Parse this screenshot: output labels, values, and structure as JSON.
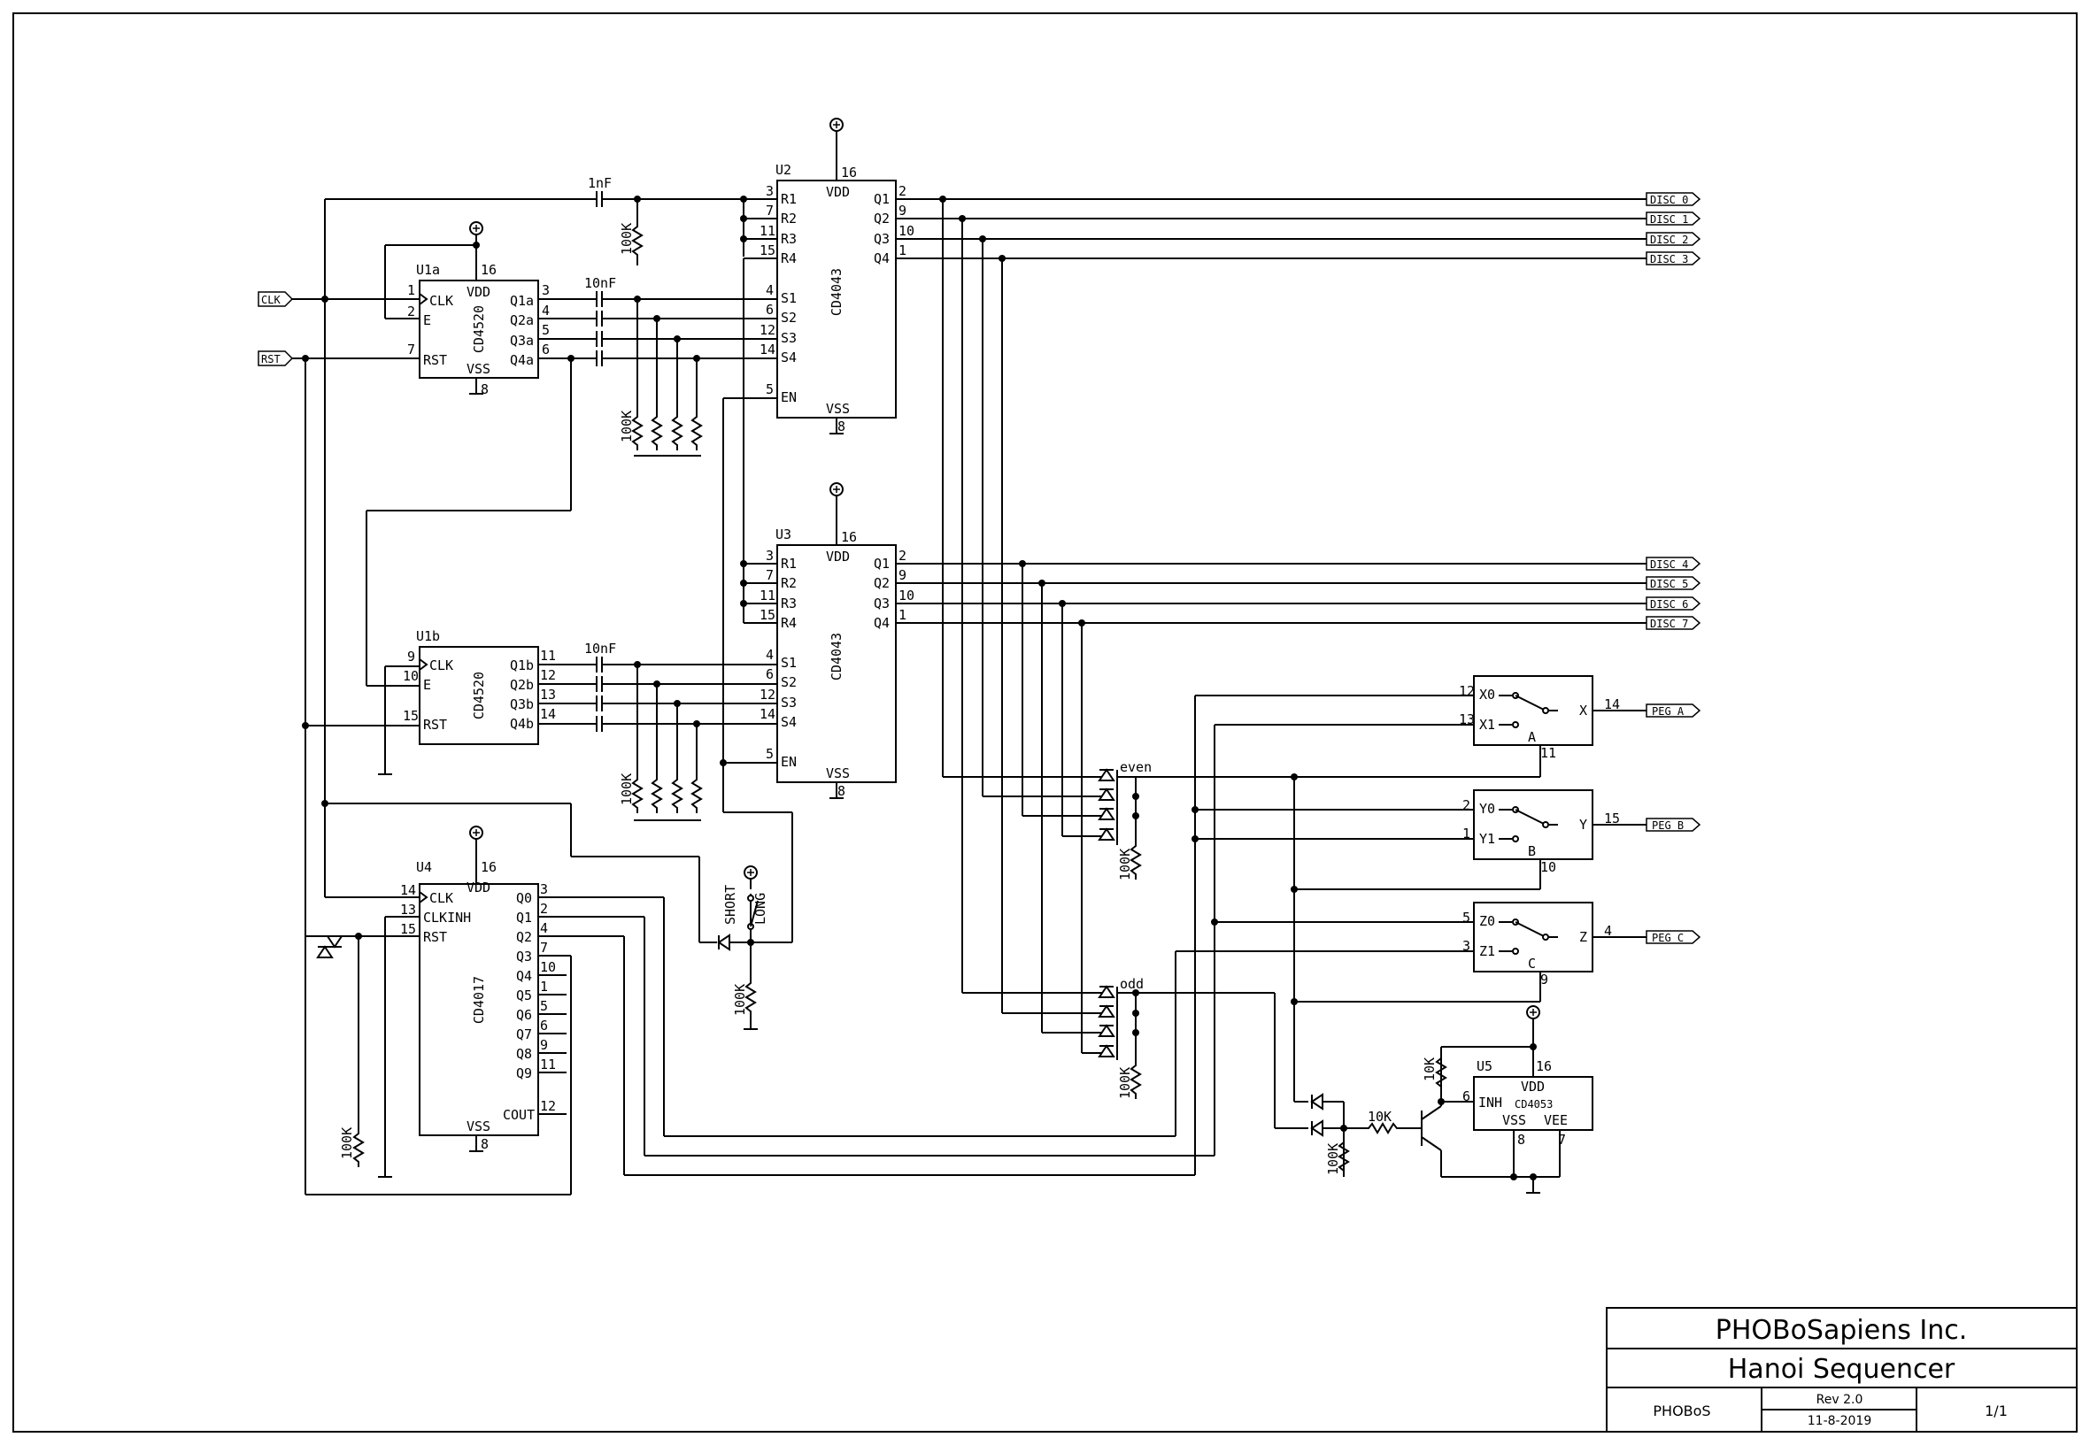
{
  "title_block": {
    "company": "PHOBoSapiens Inc.",
    "title": "Hanoi Sequencer",
    "author": "PHOBoS",
    "rev": "Rev 2.0",
    "date": "11-8-2019",
    "sheet": "1/1"
  },
  "ports": {
    "clk": "CLK",
    "rst": "RST",
    "disc": [
      "DISC 0",
      "DISC 1",
      "DISC 2",
      "DISC 3",
      "DISC 4",
      "DISC 5",
      "DISC 6",
      "DISC 7"
    ],
    "peg": [
      "PEG A",
      "PEG B",
      "PEG C"
    ]
  },
  "u1a": {
    "ref": "U1a",
    "part": "CD4520",
    "vdd": "VDD",
    "vss": "VSS",
    "p_vdd": "16",
    "p_vss": "8",
    "left": [
      {
        "pin": "1",
        "name": "CLK"
      },
      {
        "pin": "2",
        "name": "E"
      },
      {
        "pin": "7",
        "name": "RST"
      }
    ],
    "right": [
      {
        "pin": "3",
        "name": "Q1a"
      },
      {
        "pin": "4",
        "name": "Q2a"
      },
      {
        "pin": "5",
        "name": "Q3a"
      },
      {
        "pin": "6",
        "name": "Q4a"
      }
    ]
  },
  "u1b": {
    "ref": "U1b",
    "part": "CD4520",
    "left": [
      {
        "pin": "9",
        "name": "CLK"
      },
      {
        "pin": "10",
        "name": "E"
      },
      {
        "pin": "15",
        "name": "RST"
      }
    ],
    "right": [
      {
        "pin": "11",
        "name": "Q1b"
      },
      {
        "pin": "12",
        "name": "Q2b"
      },
      {
        "pin": "13",
        "name": "Q3b"
      },
      {
        "pin": "14",
        "name": "Q4b"
      }
    ]
  },
  "u2": {
    "ref": "U2",
    "part": "CD4043",
    "vdd": "VDD",
    "vss": "VSS",
    "p_vdd": "16",
    "p_vss": "8",
    "left": [
      {
        "pin": "3",
        "name": "R1"
      },
      {
        "pin": "7",
        "name": "R2"
      },
      {
        "pin": "11",
        "name": "R3"
      },
      {
        "pin": "15",
        "name": "R4"
      },
      {
        "pin": "4",
        "name": "S1"
      },
      {
        "pin": "6",
        "name": "S2"
      },
      {
        "pin": "12",
        "name": "S3"
      },
      {
        "pin": "14",
        "name": "S4"
      },
      {
        "pin": "5",
        "name": "EN"
      }
    ],
    "right": [
      {
        "pin": "2",
        "name": "Q1"
      },
      {
        "pin": "9",
        "name": "Q2"
      },
      {
        "pin": "10",
        "name": "Q3"
      },
      {
        "pin": "1",
        "name": "Q4"
      }
    ]
  },
  "u3": {
    "ref": "U3",
    "part": "CD4043",
    "vdd": "VDD",
    "vss": "VSS",
    "p_vdd": "16",
    "p_vss": "8",
    "left": [
      {
        "pin": "3",
        "name": "R1"
      },
      {
        "pin": "7",
        "name": "R2"
      },
      {
        "pin": "11",
        "name": "R3"
      },
      {
        "pin": "15",
        "name": "R4"
      },
      {
        "pin": "4",
        "name": "S1"
      },
      {
        "pin": "6",
        "name": "S2"
      },
      {
        "pin": "12",
        "name": "S3"
      },
      {
        "pin": "14",
        "name": "S4"
      },
      {
        "pin": "5",
        "name": "EN"
      }
    ],
    "right": [
      {
        "pin": "2",
        "name": "Q1"
      },
      {
        "pin": "9",
        "name": "Q2"
      },
      {
        "pin": "10",
        "name": "Q3"
      },
      {
        "pin": "1",
        "name": "Q4"
      }
    ]
  },
  "u4": {
    "ref": "U4",
    "part": "CD4017",
    "vdd": "VDD",
    "vss": "VSS",
    "p_vdd": "16",
    "p_vss": "8",
    "left": [
      {
        "pin": "14",
        "name": "CLK"
      },
      {
        "pin": "13",
        "name": "CLKINH"
      },
      {
        "pin": "15",
        "name": "RST"
      }
    ],
    "right": [
      {
        "pin": "3",
        "name": "Q0"
      },
      {
        "pin": "2",
        "name": "Q1"
      },
      {
        "pin": "4",
        "name": "Q2"
      },
      {
        "pin": "7",
        "name": "Q3"
      },
      {
        "pin": "10",
        "name": "Q4"
      },
      {
        "pin": "1",
        "name": "Q5"
      },
      {
        "pin": "5",
        "name": "Q6"
      },
      {
        "pin": "6",
        "name": "Q7"
      },
      {
        "pin": "9",
        "name": "Q8"
      },
      {
        "pin": "11",
        "name": "Q9"
      },
      {
        "pin": "12",
        "name": "COUT"
      }
    ]
  },
  "u5": {
    "ref": "U5",
    "part": "CD4053",
    "vdd": "VDD",
    "vss": "VSS",
    "vee": "VEE",
    "inh": "INH",
    "p_vdd": "16",
    "p_inh": "6",
    "p_vss": "8",
    "p_vee": "7"
  },
  "mux": [
    {
      "in0": "X0",
      "in1": "X1",
      "out": "X",
      "sel": "A",
      "p0": "12",
      "p1": "13",
      "pout": "14",
      "psel": "11"
    },
    {
      "in0": "Y0",
      "in1": "Y1",
      "out": "Y",
      "sel": "B",
      "p0": "2",
      "p1": "1",
      "pout": "15",
      "psel": "10"
    },
    {
      "in0": "Z0",
      "in1": "Z1",
      "out": "Z",
      "sel": "C",
      "p0": "5",
      "p1": "3",
      "pout": "4",
      "psel": "9"
    }
  ],
  "components": {
    "cap_1n": "1nF",
    "cap_10n_a": "10nF",
    "cap_10n_b": "10nF",
    "r100k": "100K",
    "r10k": "10K",
    "sw_short": "SHORT",
    "sw_long": "LONG",
    "net_even": "even",
    "net_odd": "odd"
  }
}
